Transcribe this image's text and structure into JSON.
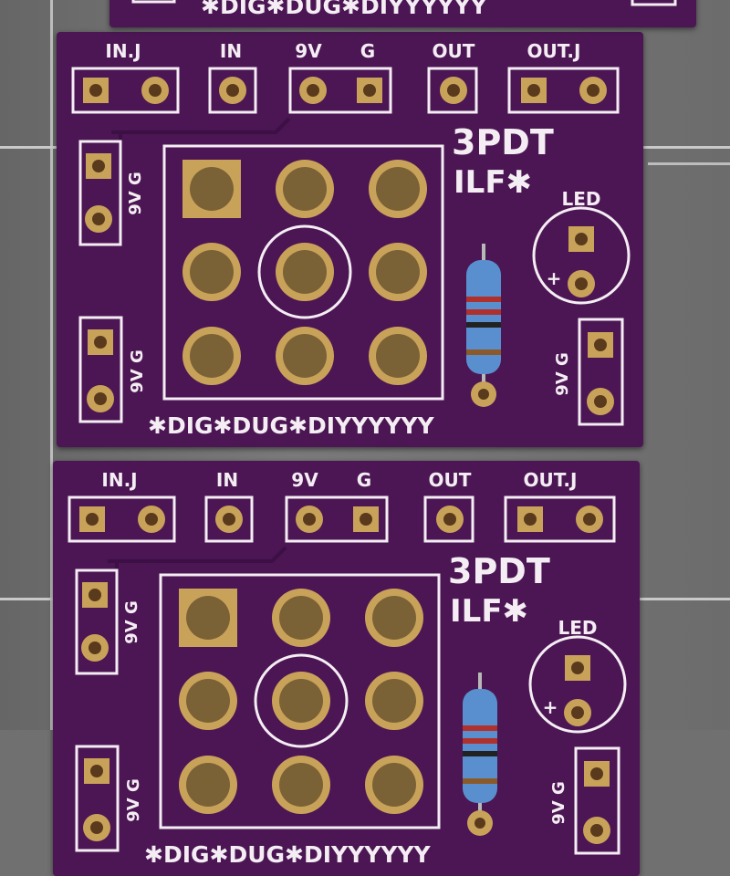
{
  "board": {
    "header_labels": {
      "in_j": "IN.J",
      "in": "IN",
      "v9": "9V",
      "g": "G",
      "out": "OUT",
      "out_j": "OUT.J"
    },
    "side_label": "9V G",
    "title_line1": "3PDT",
    "title_line2": "ILF✱",
    "led_label": "LED",
    "plus_label": "+",
    "footer": "✱DIG✱DUG✱DIYYYYYY"
  },
  "colors": {
    "pcb": "#4b1653",
    "silkscreen": "#f4eef4",
    "pad_gold": "#c9a25a",
    "resistor": "#5a8fcf"
  }
}
